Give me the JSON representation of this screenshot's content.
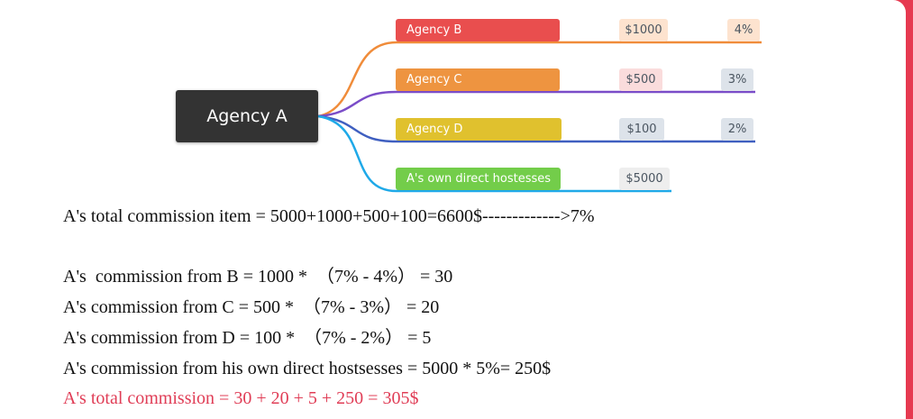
{
  "root": {
    "label": "Agency A"
  },
  "branches": [
    {
      "label": "Agency B",
      "color": "#e94e4e",
      "line_color": "#f08c3a",
      "amount": "$1000",
      "amount_bg": "#fde3cf",
      "rate": "4%",
      "rate_bg": "#fde3cf"
    },
    {
      "label": "Agency C",
      "color": "#ee9440",
      "line_color": "#7a4cc8",
      "amount": "$500",
      "amount_bg": "#fadcdc",
      "rate": "3%",
      "rate_bg": "#dde3ea"
    },
    {
      "label": "Agency D",
      "color": "#e0c12e",
      "line_color": "#3f5fc0",
      "amount": "$100",
      "amount_bg": "#dde3ea",
      "rate": "2%",
      "rate_bg": "#dde3ea"
    },
    {
      "label": "A's own direct hostesses",
      "color": "#73cd4a",
      "line_color": "#1fa9e8",
      "amount": "$5000",
      "amount_bg": "#eeeeee",
      "rate": "",
      "rate_bg": ""
    }
  ],
  "text": {
    "total_item": "A's total commission item = 5000+1000+500+100=6600$------------->7%",
    "from_b": "A's  commission from B = 1000 *  （7% - 4%） = 30",
    "from_c": "A's commission from C = 500 *  （7% - 3%） = 20",
    "from_d": "A's commission from D = 100 *  （7% - 2%） = 5",
    "from_own": "A's commission from his own direct hostsesses = 5000 * 5%= 250$",
    "total": "A's total commission = 30 + 20 + 5 + 250 = 305$"
  },
  "colors": {
    "frame": "#e63950",
    "root_bg": "#333333",
    "total_text": "#e03d56"
  }
}
